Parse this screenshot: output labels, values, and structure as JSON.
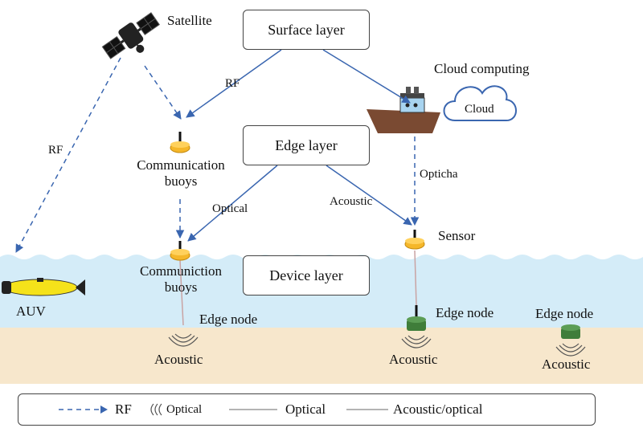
{
  "layers": {
    "surface": "Surface layer",
    "edge": "Edge layer",
    "device": "Device layer"
  },
  "labels": {
    "satellite": "Satellite",
    "cloud_computing": "Cloud computing",
    "cloud": "Cloud",
    "rf_left": "RF",
    "rf_mid": "RF",
    "communication_buoys_line1": "Communication",
    "communication_buoys_line2": "buoys",
    "optical_link": "Optical",
    "acoustic_link": "Acoustic",
    "opticha": "Opticha",
    "sensor": "Sensor",
    "communiction_buoys_line1": "Communiction",
    "communiction_buoys_line2": "buoys",
    "auv": "AUV",
    "edge_node_1": "Edge node",
    "edge_node_2": "Edge node",
    "edge_node_3": "Edge node",
    "acoustic_1": "Acoustic",
    "acoustic_2": "Acoustic",
    "acoustic_3": "Acoustic"
  },
  "legend": {
    "rf": "RF",
    "optical_wave": "Optical",
    "optical_line": "Optical",
    "acoustic_optical": "Acoustic/optical"
  },
  "colors": {
    "arrow_blue": "#3a66b0",
    "sea": "#d4ecf8",
    "sand": "#f7e7cc",
    "buoy_yellow": "#f5b72a",
    "edge_node_green": "#3f7d3a",
    "boat_hull": "#7a4a32",
    "auv_yellow": "#f5e21a"
  }
}
